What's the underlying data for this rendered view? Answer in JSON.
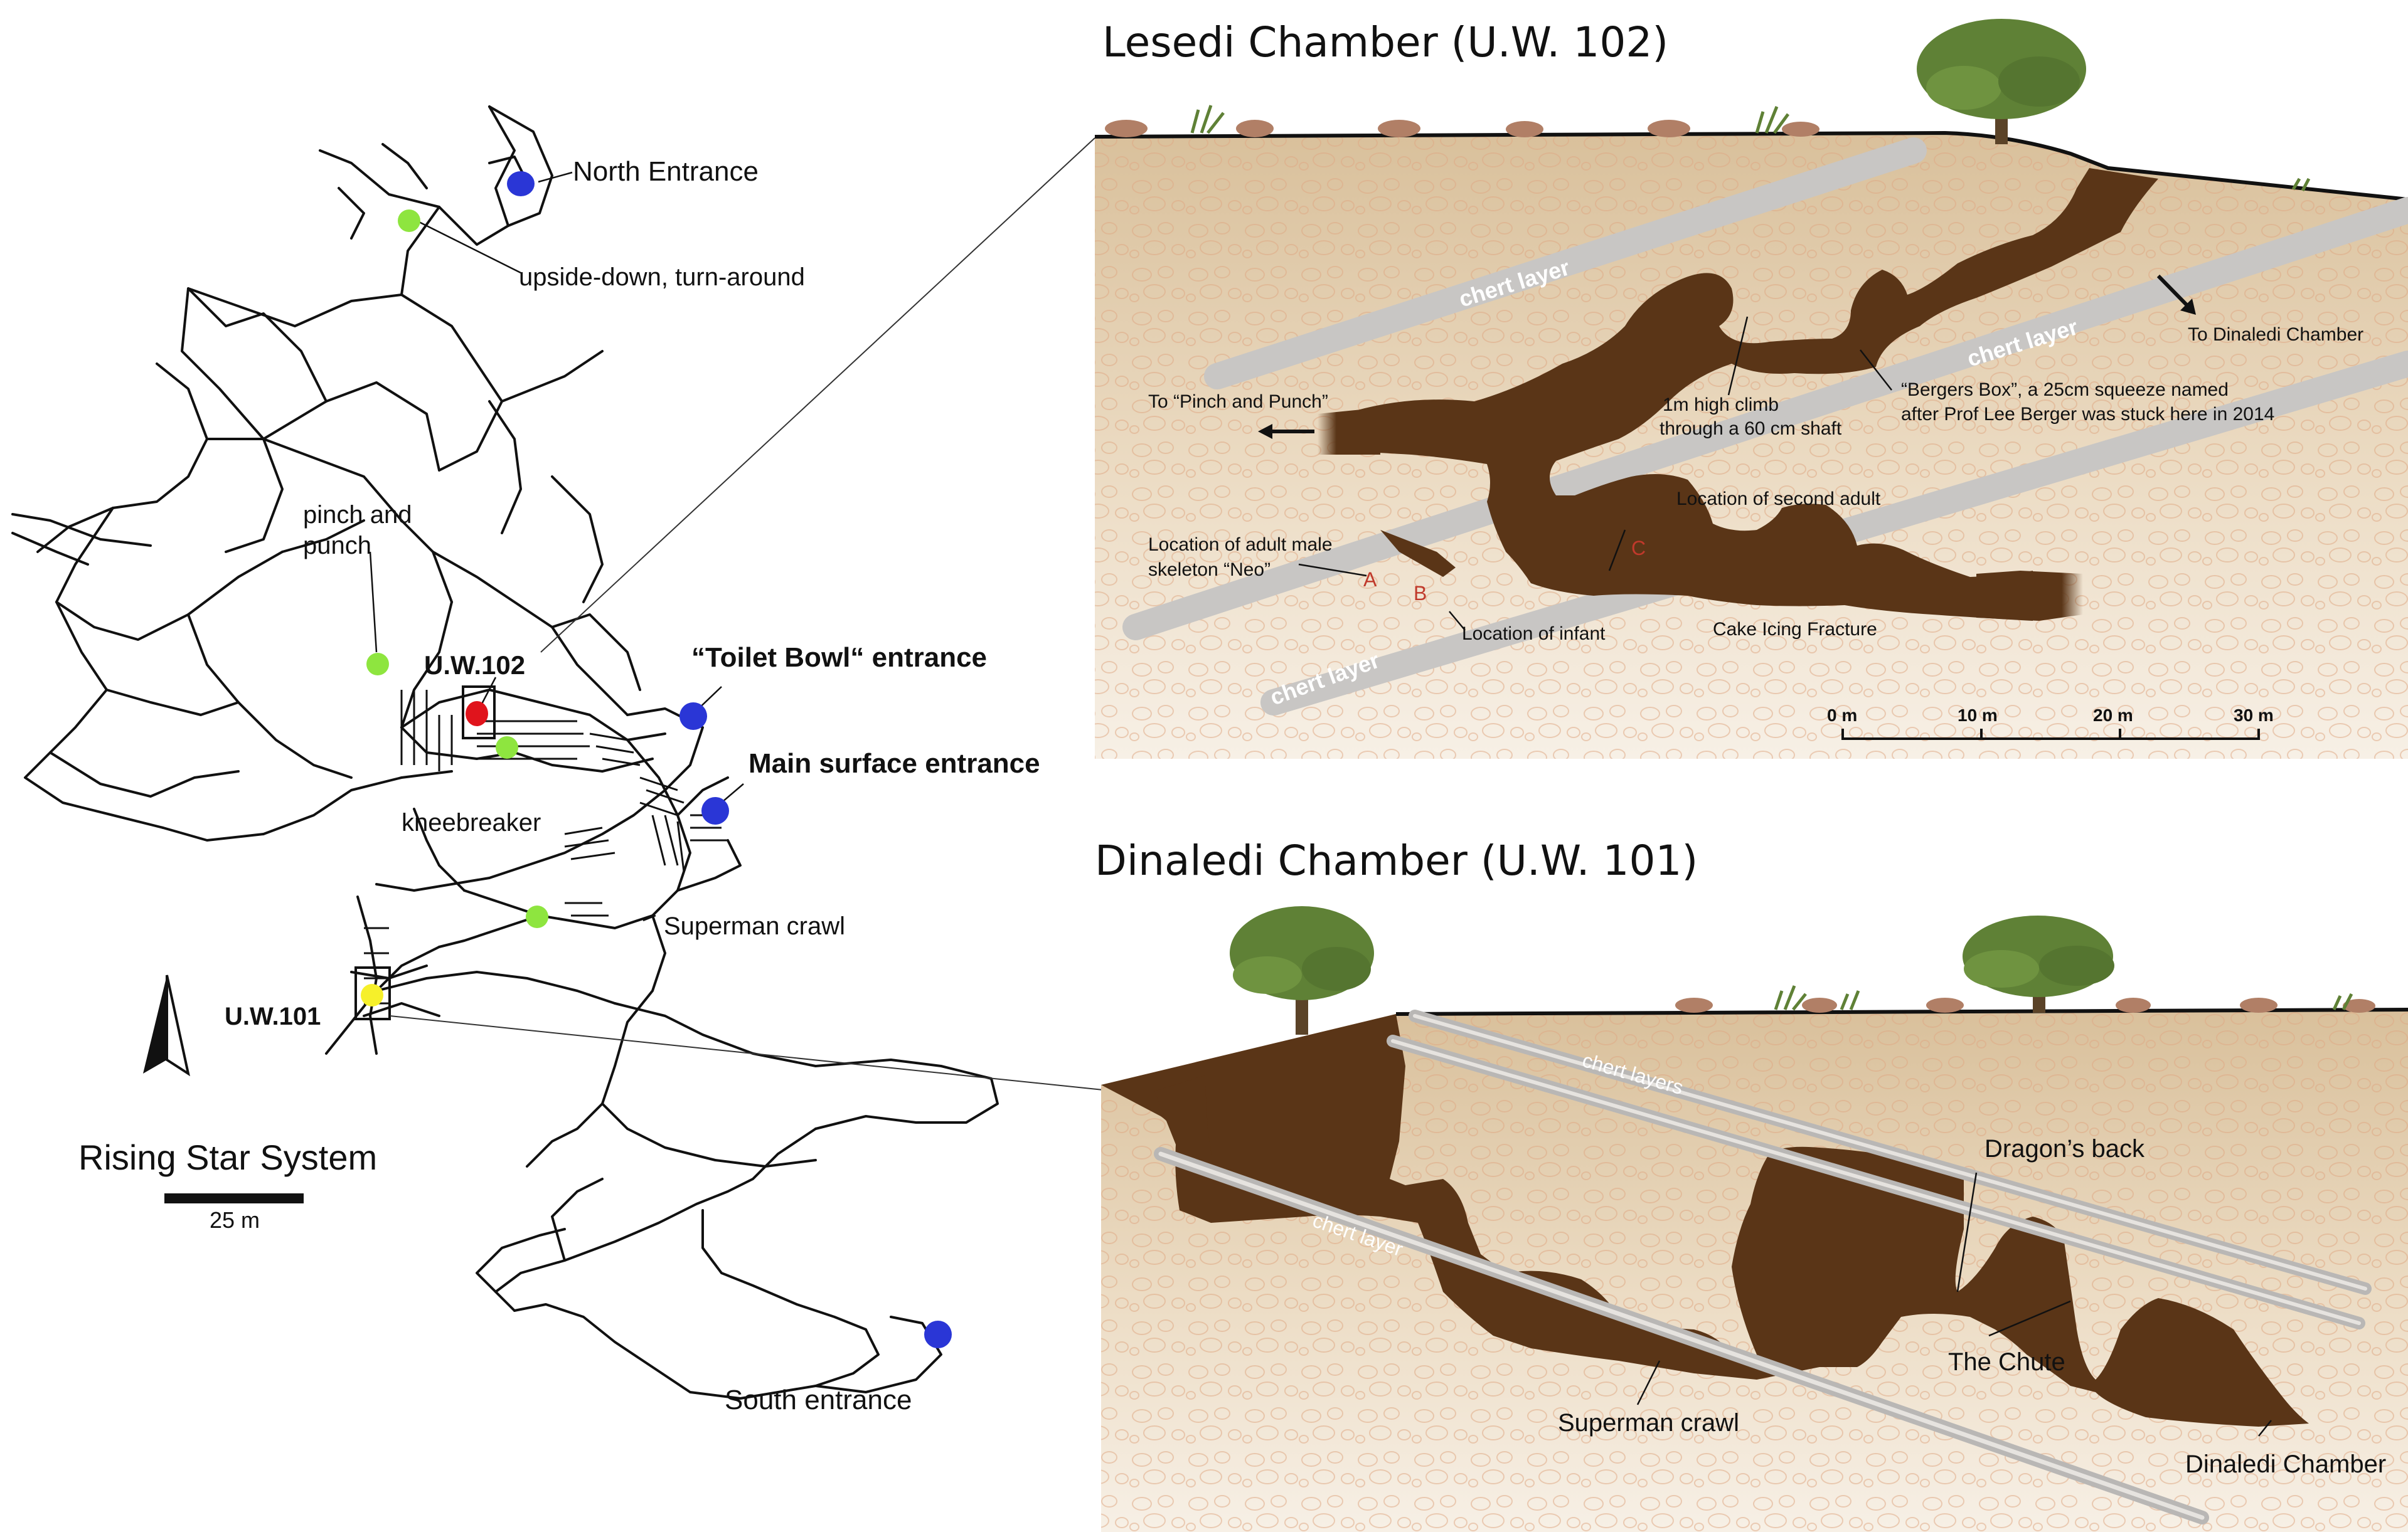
{
  "map": {
    "title": "Rising Star System",
    "scale_label": "25 m",
    "labels": {
      "north_entrance": "North Entrance",
      "upside_down": "upside-down, turn-around",
      "pinch_punch_1": "pinch and",
      "pinch_punch_2": "punch",
      "uw102": "U.W.102",
      "toilet_bowl": "“Toilet Bowl“ entrance",
      "main_surface": "Main surface entrance",
      "kneebreaker": "kneebreaker",
      "superman": "Superman crawl",
      "uw101": "U.W.101",
      "south_entrance": "South entrance"
    },
    "colors": {
      "entrance": "#2a36d6",
      "waypoint": "#8ee53f",
      "uw102": "#e0141c",
      "uw101": "#f6f02a"
    }
  },
  "lesedi": {
    "title": "Lesedi Chamber (U.W. 102)",
    "labels": {
      "chert_upper": "chert layer",
      "chert_mid": "chert layer",
      "chert_lower": "chert layer",
      "to_dinaledi": "To Dinaledi Chamber",
      "to_pinch": "To “Pinch and Punch”",
      "climb_1": "1m high climb",
      "climb_2": "through a 60 cm shaft",
      "bergers_1": "“Bergers Box”, a 25cm squeeze named",
      "bergers_2": "after Prof Lee Berger was stuck here in 2014",
      "second_adult": "Location of second adult",
      "neo_1": "Location of adult male",
      "neo_2": "skeleton “Neo”",
      "marker_a": "A",
      "marker_b": "B",
      "marker_c": "C",
      "infant": "Location of infant",
      "cake_icing": "Cake Icing Fracture"
    },
    "scale_ticks": [
      "0 m",
      "10 m",
      "20 m",
      "30 m"
    ]
  },
  "dinaledi": {
    "title": "Dinaledi Chamber (U.W. 101)",
    "labels": {
      "chert_layers": "chert layers",
      "chert_layer": "chert layer",
      "dragons_back": "Dragon’s back",
      "the_chute": "The Chute",
      "superman": "Superman crawl",
      "chamber": "Dinaledi Chamber"
    }
  },
  "colors": {
    "cave": "#5a3517",
    "rock": "#e9d9c0",
    "chert": "#c8c6c4",
    "marker_red": "#c0392b",
    "tree": "#5f8136"
  }
}
